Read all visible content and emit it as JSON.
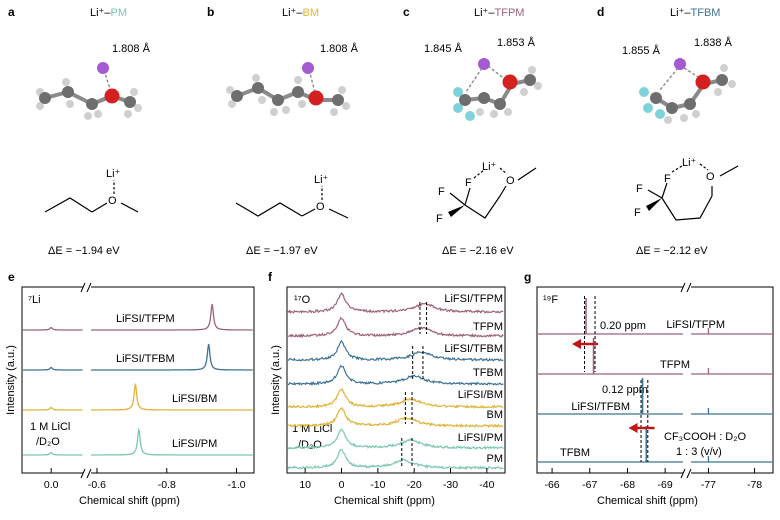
{
  "colors": {
    "pm": "#7cc7b1",
    "bm": "#e0b437",
    "tfpm": "#9c6573",
    "tfbm": "#3f7395",
    "li": "#a45ad0",
    "o": "#d42020",
    "c": "#6e6e6e",
    "h": "#cfcfcf",
    "f": "#7ed3da",
    "arrow": "#c01818",
    "text": "#000000"
  },
  "panels": [
    {
      "letter": "a",
      "title_prefix": "Li⁺–",
      "title_name": "PM",
      "title_color": "#7cc7b1",
      "distances": [
        "1.808 Å"
      ],
      "li_label": "Li⁺",
      "o_label": "O",
      "energy": "ΔE = −1.94 eV"
    },
    {
      "letter": "b",
      "title_prefix": "Li⁺–",
      "title_name": "BM",
      "title_color": "#e0b437",
      "distances": [
        "1.808 Å"
      ],
      "li_label": "Li⁺",
      "o_label": "O",
      "energy": "ΔE = −1.97 eV"
    },
    {
      "letter": "c",
      "title_prefix": "Li⁺–",
      "title_name": "TFPM",
      "title_color": "#9c6573",
      "distances": [
        "1.845 Å",
        "1.853 Å"
      ],
      "li_label": "Li⁺",
      "o_label": "O",
      "f_label": "F",
      "energy": "ΔE = −2.16 eV"
    },
    {
      "letter": "d",
      "title_prefix": "Li⁺–",
      "title_name": "TFBM",
      "title_color": "#3f7395",
      "distances": [
        "1.855 Å",
        "1.838 Å"
      ],
      "li_label": "Li⁺",
      "o_label": "O",
      "f_label": "F",
      "energy": "ΔE = −2.12 eV"
    }
  ],
  "chart_data": [
    {
      "type": "line",
      "panel": "e",
      "nucleus": "⁷Li",
      "xlabel": "Chemical shift (ppm)",
      "ylabel": "Intensity (a.u.)",
      "segments": [
        {
          "xlim": [
            0.08,
            -0.09
          ],
          "ticks": [
            "0.0"
          ]
        },
        {
          "xlim": [
            -0.58,
            -1.05
          ],
          "ticks": [
            "-0.6",
            "-0.8",
            "-1.0"
          ]
        }
      ],
      "series": [
        {
          "name": "LiFSI/TFPM",
          "color": "#9c6573",
          "peaks": [
            -0.93
          ],
          "small_peaks": [
            0.0
          ]
        },
        {
          "name": "LiFSI/TFBM",
          "color": "#3f7395",
          "peaks": [
            -0.92
          ],
          "small_peaks": [
            0.0
          ]
        },
        {
          "name": "LiFSI/BM",
          "color": "#e0b437",
          "peaks": [
            -0.71
          ],
          "small_peaks": [
            0.0
          ]
        },
        {
          "name": "LiFSI/PM",
          "color": "#7cc7b1",
          "peaks": [
            -0.72
          ],
          "small_peaks": [
            0.0
          ]
        }
      ],
      "annotation": "1 M LiCl /D₂O"
    },
    {
      "type": "line",
      "panel": "f",
      "nucleus": "¹⁷O",
      "xlabel": "Chemical shift (ppm)",
      "ylabel": "Intensity (a.u.)",
      "xlim": [
        15,
        -45
      ],
      "ticks": [
        "10",
        "0",
        "-10",
        "-20",
        "-30",
        "-40"
      ],
      "series": [
        {
          "name": "LiFSI/TFPM",
          "color": "#9c6573",
          "peaks": [
            0,
            -23
          ]
        },
        {
          "name": "TFPM",
          "color": "#9c6573",
          "peaks": [
            0,
            -22
          ]
        },
        {
          "name": "LiFSI/TFBM",
          "color": "#3f7395",
          "peaks": [
            0,
            -22
          ]
        },
        {
          "name": "TFBM",
          "color": "#3f7395",
          "peaks": [
            0,
            -20
          ]
        },
        {
          "name": "LiFSI/BM",
          "color": "#e0b437",
          "peaks": [
            0,
            -19
          ]
        },
        {
          "name": "BM",
          "color": "#e0b437",
          "peaks": [
            0,
            -18
          ]
        },
        {
          "name": "LiFSI/PM",
          "color": "#7cc7b1",
          "peaks": [
            0,
            -19
          ]
        },
        {
          "name": "PM",
          "color": "#7cc7b1",
          "peaks": [
            0,
            -17
          ]
        }
      ],
      "annotation": "1 M LiCl /D₂O"
    },
    {
      "type": "line",
      "panel": "g",
      "nucleus": "¹⁹F",
      "xlabel": "Chemical shift (ppm)",
      "ylabel": "",
      "segments": [
        {
          "xlim": [
            -65.6,
            -69.5
          ],
          "ticks": [
            "-66",
            "-67",
            "-68",
            "-69"
          ]
        },
        {
          "xlim": [
            -76.6,
            -78.4
          ],
          "ticks": [
            "-77",
            "-78"
          ]
        }
      ],
      "series": [
        {
          "name": "LiFSI/TFPM",
          "color": "#9c6573",
          "peaks": [
            -66.9
          ]
        },
        {
          "name": "TFPM",
          "color": "#9c6573",
          "peaks": [
            -67.1
          ]
        },
        {
          "name": "LiFSI/TFBM",
          "color": "#3f7395",
          "peaks": [
            -68.4
          ]
        },
        {
          "name": "TFBM",
          "color": "#3f7395",
          "peaks": [
            -68.5
          ]
        }
      ],
      "shift_labels": [
        "0.20 ppm",
        "0.12 ppm"
      ],
      "annotation_line1": "CF₃COOH : D₂O",
      "annotation_line2": "1 : 3 (v/v)"
    }
  ]
}
